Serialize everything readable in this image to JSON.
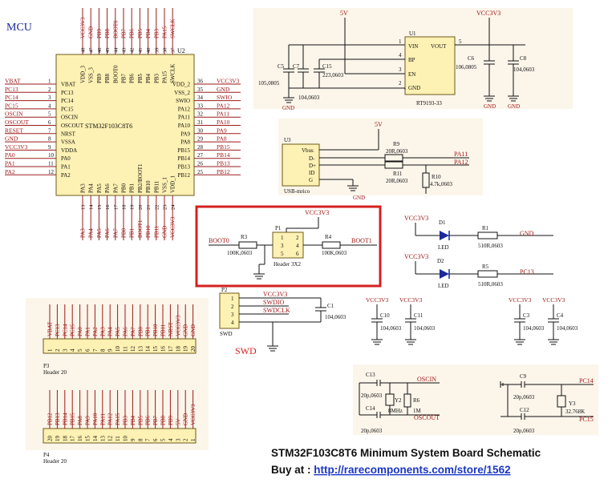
{
  "mcu": {
    "section_label": "MCU",
    "ref": "U2",
    "part": "STM32F103C8T6",
    "left_nets": [
      "VBAT",
      "PC13",
      "PC14",
      "PC15",
      "OSCIN",
      "OSCOUT",
      "RESET",
      "GND",
      "VCC3V3",
      "PA0",
      "PA1",
      "PA2"
    ],
    "left_pins": [
      "VBAT",
      "PC13",
      "PC14",
      "PC15",
      "OSCIN",
      "OSCOUT",
      "NRST",
      "VSSA",
      "VDDA",
      "PA0",
      "PA1",
      "PA2"
    ],
    "left_nums": [
      "1",
      "2",
      "3",
      "4",
      "5",
      "6",
      "7",
      "8",
      "9",
      "10",
      "11",
      "12"
    ],
    "right_nets": [
      "VCC3V3",
      "GND",
      "SWIO",
      "PA12",
      "PA11",
      "PA10",
      "PA9",
      "PA8",
      "PB15",
      "PB14",
      "PB13",
      "PB12"
    ],
    "right_pins": [
      "VDD_2",
      "VSS_2",
      "SWIO",
      "PA12",
      "PA11",
      "PA10",
      "PA9",
      "PA8",
      "PB15",
      "PB14",
      "PB13",
      "PB12"
    ],
    "right_nums": [
      "36",
      "35",
      "34",
      "33",
      "32",
      "31",
      "30",
      "29",
      "28",
      "27",
      "26",
      "25"
    ],
    "top_nets": [
      "VCC3V3",
      "GND",
      "PB9",
      "PB8",
      "BOOT0",
      "PB7",
      "PB6",
      "PB5",
      "PB4",
      "PB3",
      "PA15",
      "SWCLK"
    ],
    "top_pins": [
      "VDD_3",
      "VSS_3",
      "PB9",
      "PB8",
      "BOOT0",
      "PB7",
      "PB6",
      "PB5",
      "PB4",
      "PB3",
      "PA15",
      "SWCLK"
    ],
    "top_nums": [
      "48",
      "47",
      "46",
      "45",
      "44",
      "43",
      "42",
      "41",
      "40",
      "39",
      "38",
      "37"
    ],
    "bottom_nets": [
      "PA3",
      "PA4",
      "PA5",
      "PA6",
      "PA7",
      "PB0",
      "PB1",
      "BOOT1",
      "PB10",
      "PB11",
      "GND",
      "VCC3V3"
    ],
    "bottom_pins": [
      "PA3",
      "PA4",
      "PA5",
      "PA6",
      "PA7",
      "PB0",
      "PB1",
      "PB2/BOOT1",
      "PB10",
      "PB11",
      "VSS_1",
      "VDD_1"
    ],
    "bottom_nums": [
      "13",
      "14",
      "15",
      "16",
      "17",
      "18",
      "19",
      "20",
      "21",
      "22",
      "23",
      "24"
    ]
  },
  "regulator": {
    "rail_5v": "5V",
    "rail_3v3": "VCC3V3",
    "ref": "U1",
    "part": "RT9193-33",
    "pins": [
      "VIN",
      "VOUT",
      "BP",
      "EN",
      "GND"
    ],
    "pin_nums": [
      "1",
      "5",
      "4",
      "3",
      "2"
    ],
    "c5": "C5",
    "c7": "C7",
    "c15": "C15",
    "c15_val": "223,0603",
    "c5c7_val": "105,0805",
    "c7_val": "104,0603",
    "c6": "C6",
    "c6_val": "106,0805",
    "c8": "C8",
    "c8_val": "104,0603",
    "gnd": "GND"
  },
  "usb": {
    "ref": "U3",
    "name": "USB-mrico",
    "rail": "5V",
    "pins": [
      "Vbus",
      "D-",
      "D+",
      "ID",
      "G"
    ],
    "r9": "R9",
    "r9_val": "20R,0603",
    "r11": "R11",
    "r11_val": "20R,0603",
    "r10": "R10",
    "r10_val": "4.7k,0603",
    "pa11": "PA11",
    "pa12": "PA12",
    "gnd": "GND"
  },
  "boot": {
    "rail": "VCC3V3",
    "ref": "P1",
    "name": "Header 3X2",
    "pins": [
      "1",
      "2",
      "3",
      "4",
      "5",
      "6"
    ],
    "r3": "R3",
    "r3_val": "100K,0603",
    "r4": "R4",
    "r4_val": "100K,0603",
    "boot0": "BOOT0",
    "boot1": "BOOT1"
  },
  "leds": {
    "rail": "VCC3V3",
    "d1": "D1",
    "d2": "D2",
    "led": "LED",
    "r1": "R1",
    "r1_val": "510R,0603",
    "r5": "R5",
    "r5_val": "510R,0603",
    "net1": "GND",
    "net2": "PC13"
  },
  "swd": {
    "label": "SWD",
    "ref": "P2",
    "name": "SWD",
    "nets": [
      "VCC3V3",
      "SWDIO",
      "SWDCLK"
    ],
    "pin_nums": [
      "1",
      "2",
      "3",
      "4"
    ],
    "c1": "C1",
    "c1_val": "104,0603"
  },
  "decoupling": {
    "rail": "VCC3V3",
    "caps": [
      {
        "ref": "C10",
        "val": "104,0603"
      },
      {
        "ref": "C11",
        "val": "104,0603"
      },
      {
        "ref": "C3",
        "val": "104,0603"
      },
      {
        "ref": "C4",
        "val": "104,0603"
      }
    ]
  },
  "headers": {
    "p3": "P3",
    "p3_name": "Header 20",
    "p3_nets": [
      "VBAT",
      "PC13",
      "PC14",
      "PC15",
      "PA0",
      "PA1",
      "PA2",
      "PA3",
      "PA4",
      "PA5",
      "PA6",
      "PA7",
      "PB0",
      "PB1",
      "PB10",
      "PB11",
      "NRST",
      "VCC3V3",
      "GND",
      "GND"
    ],
    "p4": "P4",
    "p4_name": "Header 20",
    "p4_nets": [
      "PB12",
      "PB13",
      "PB14",
      "PB15",
      "PA8",
      "PA9",
      "PA10",
      "PA11",
      "PA12",
      "PA15",
      "PB3",
      "PB4",
      "PB5",
      "PB6",
      "PB7",
      "PB8",
      "PB9",
      "5V",
      "GND",
      "VCC3V3"
    ],
    "nums": [
      "1",
      "2",
      "3",
      "4",
      "5",
      "6",
      "7",
      "8",
      "9",
      "10",
      "11",
      "12",
      "13",
      "14",
      "15",
      "16",
      "17",
      "18",
      "19",
      "20"
    ]
  },
  "crystals": {
    "c13": "C13",
    "c14": "C14",
    "c13_val": "20p,0603",
    "c14_val": "20p,0603",
    "y2": "Y2",
    "y2_val": "8MHz",
    "r6": "R6",
    "r6_val": "1M",
    "oscin": "OSCIN",
    "oscout": "OSCOUT",
    "c9": "C9",
    "c12": "C12",
    "c9_val": "20p,0603",
    "c12_val": "20p,0603",
    "y3": "Y3",
    "y3_val": "32.768K",
    "pc14": "PC14",
    "pc15": "PC15"
  },
  "footer": {
    "title": "STM32F103C8T6 Minimum System Board Schematic",
    "buy_label": "Buy at : ",
    "url": "http://rarecomponents.com/store/1562",
    "link_color": "#1a36c4"
  },
  "highlight_color": "#d42020"
}
